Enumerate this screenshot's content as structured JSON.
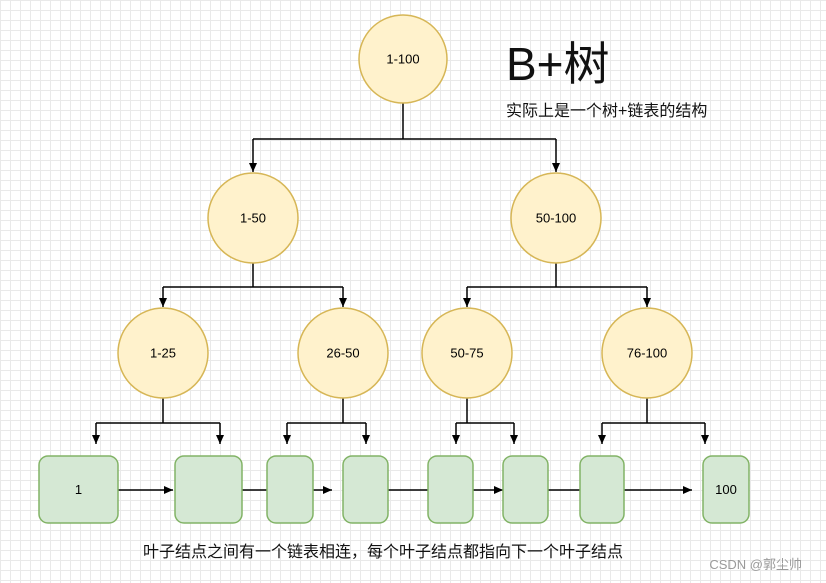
{
  "header": {
    "title": "B+树",
    "subtitle": "实际上是一个树+链表的结构"
  },
  "diagram": {
    "tree_nodes": [
      {
        "id": "root",
        "label": "1-100"
      },
      {
        "id": "n1",
        "label": "1-50"
      },
      {
        "id": "n2",
        "label": "50-100"
      },
      {
        "id": "n11",
        "label": "1-25"
      },
      {
        "id": "n12",
        "label": "26-50"
      },
      {
        "id": "n21",
        "label": "50-75"
      },
      {
        "id": "n22",
        "label": "76-100"
      }
    ],
    "leaf_nodes": [
      {
        "id": "leaf-1",
        "label": "1"
      },
      {
        "id": "leaf-2",
        "label": ""
      },
      {
        "id": "leaf-3",
        "label": ""
      },
      {
        "id": "leaf-4",
        "label": ""
      },
      {
        "id": "leaf-5",
        "label": ""
      },
      {
        "id": "leaf-6",
        "label": ""
      },
      {
        "id": "leaf-7",
        "label": ""
      },
      {
        "id": "leaf-8",
        "label": "100"
      }
    ],
    "colors": {
      "tree_fill": "#fff2cc",
      "tree_stroke": "#d6b656",
      "leaf_fill": "#d5e8d4",
      "leaf_stroke": "#82b366",
      "edge": "#000000"
    }
  },
  "caption": "叶子结点之间有一个链表相连，每个叶子结点都指向下一个叶子结点",
  "watermark": "CSDN @郭尘帅"
}
